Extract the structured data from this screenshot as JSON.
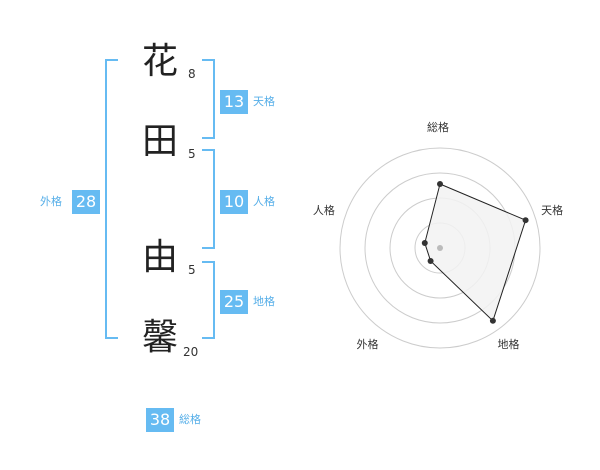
{
  "name": {
    "chars": [
      {
        "char": "花",
        "strokes": "8"
      },
      {
        "char": "田",
        "strokes": "5"
      },
      {
        "char": "由",
        "strokes": "5"
      },
      {
        "char": "馨",
        "strokes": "20"
      }
    ]
  },
  "fortune": {
    "tenkaku": {
      "value": "13",
      "label": "天格"
    },
    "jinkaku": {
      "value": "10",
      "label": "人格"
    },
    "chikaku": {
      "value": "25",
      "label": "地格"
    },
    "gaikaku": {
      "value": "28",
      "label": "外格"
    },
    "soukaku": {
      "value": "38",
      "label": "総格"
    }
  },
  "chart_data": {
    "type": "radar",
    "categories": [
      "総格",
      "天格",
      "地格",
      "外格",
      "人格"
    ],
    "values": [
      3.2,
      4.5,
      4.5,
      0.8,
      0.8
    ],
    "range": [
      0,
      5
    ],
    "rings": 4,
    "colors": {
      "fill": "#f2f2f2",
      "stroke": "#222222",
      "grid": "#cccccc",
      "point": "#333333",
      "center": "#bbbbbb"
    }
  }
}
